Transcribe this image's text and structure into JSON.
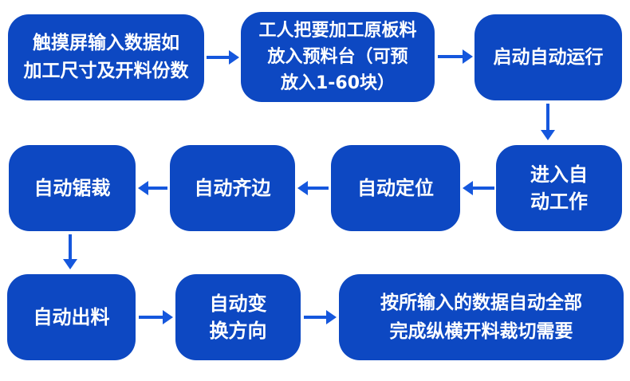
{
  "colors": {
    "box": "#0d48c2",
    "arrow": "#1557dd",
    "label": "#ffffff",
    "background": "#ffffff"
  },
  "flow": {
    "nodes": [
      {
        "label": "触摸屏输入数据如\n加工尺寸及开料份数"
      },
      {
        "label": "工人把要加工原板料\n放入预料台（可预\n放入1-60块）"
      },
      {
        "label": "启动自动运行"
      },
      {
        "label": "进入自\n动工作"
      },
      {
        "label": "自动定位"
      },
      {
        "label": "自动齐边"
      },
      {
        "label": "自动锯裁"
      },
      {
        "label": "自动出料"
      },
      {
        "label": "自动变\n换方向"
      },
      {
        "label": "按所输入的数据自动全部\n完成纵横开料裁切需要"
      }
    ],
    "arrows": [
      {
        "from": 1,
        "to": 2,
        "direction": "right"
      },
      {
        "from": 2,
        "to": 3,
        "direction": "right"
      },
      {
        "from": 3,
        "to": 4,
        "direction": "down"
      },
      {
        "from": 4,
        "to": 5,
        "direction": "left"
      },
      {
        "from": 5,
        "to": 6,
        "direction": "left"
      },
      {
        "from": 6,
        "to": 7,
        "direction": "left"
      },
      {
        "from": 7,
        "to": 8,
        "direction": "down"
      },
      {
        "from": 8,
        "to": 9,
        "direction": "right"
      },
      {
        "from": 9,
        "to": 10,
        "direction": "right"
      }
    ]
  }
}
